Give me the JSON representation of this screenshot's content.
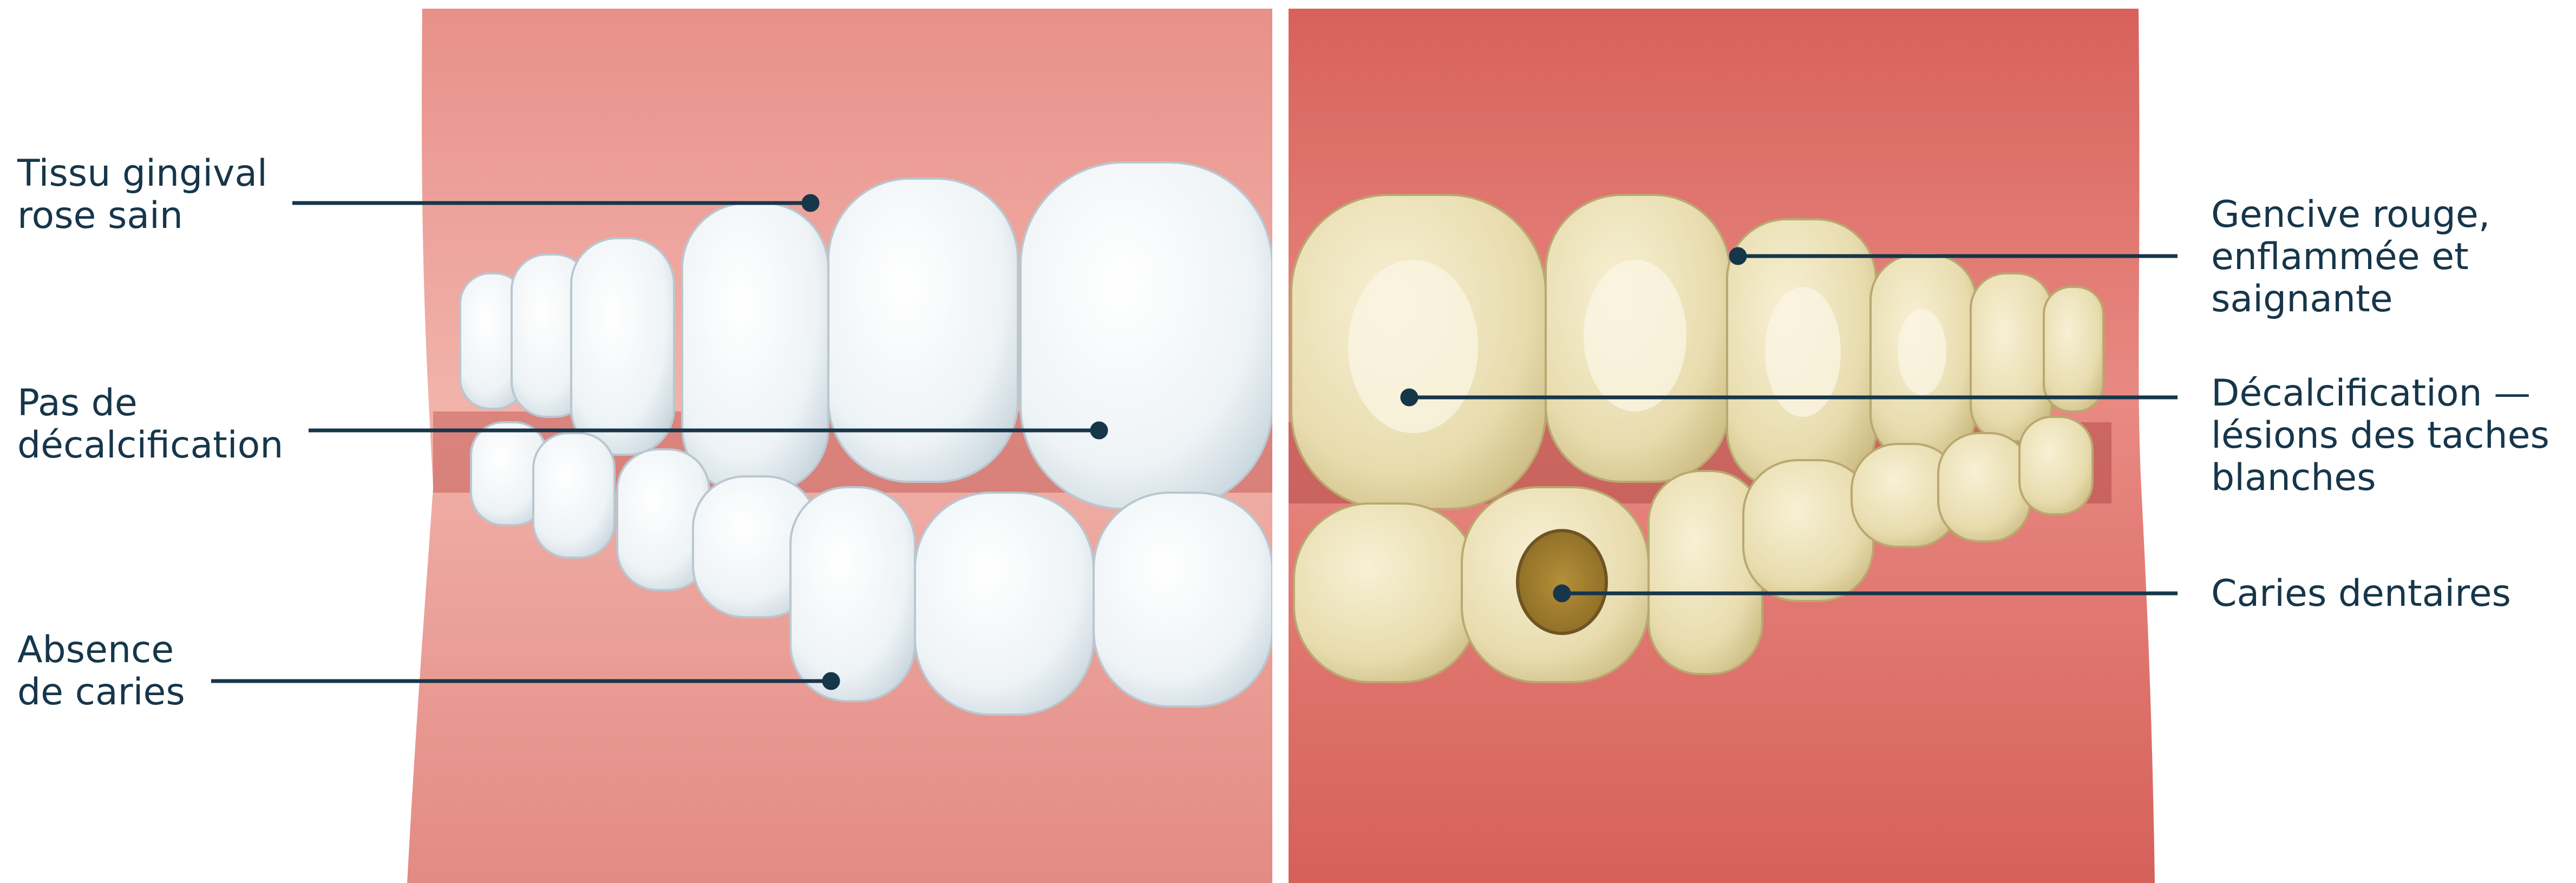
{
  "colors": {
    "background": "#ffffff",
    "gum_healthy": "#e9948c",
    "gum_inflamed": "#d9655f",
    "tooth_healthy": "#f6f9fb",
    "tooth_decalcified": "#eadfb4",
    "caries": "#c7a34a",
    "leader_line": "#16364a",
    "label_text": "#16364a"
  },
  "left_panel": {
    "labels": [
      {
        "line1": "Tissu gingival",
        "line2": "rose sain"
      },
      {
        "line1": "Pas de",
        "line2": "décalcification"
      },
      {
        "line1": "Absence",
        "line2": "de caries"
      }
    ]
  },
  "right_panel": {
    "labels": [
      {
        "line1": "Gencive rouge,",
        "line2": "enflammée et",
        "line3": "saignante"
      },
      {
        "line1": "Décalcification —",
        "line2": "lésions des taches",
        "line3": "blanches"
      },
      {
        "line1": "Caries dentaires"
      }
    ]
  }
}
